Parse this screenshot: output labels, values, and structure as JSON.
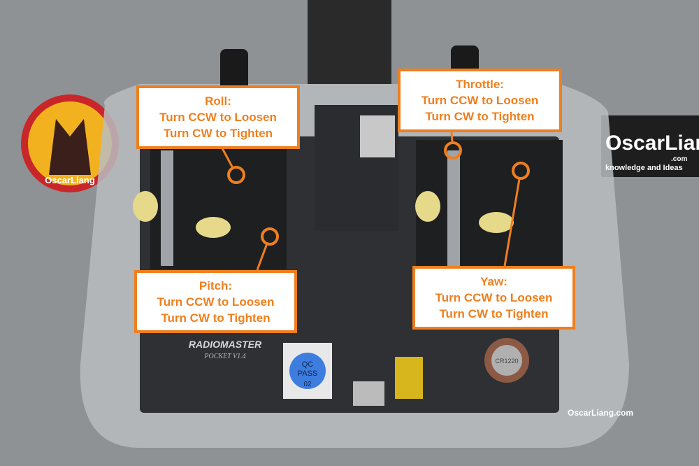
{
  "callouts": {
    "roll": {
      "title": "Roll:",
      "line1": "Turn CCW to Loosen",
      "line2": "Turn CW to Tighten"
    },
    "throttle": {
      "title": "Throttle:",
      "line1": "Turn CCW to Loosen",
      "line2": "Turn CW to Tighten"
    },
    "pitch": {
      "title": "Pitch:",
      "line1": "Turn CCW to Loosen",
      "line2": "Turn CW to Tighten"
    },
    "yaw": {
      "title": "Yaw:",
      "line1": "Turn CCW to Loosen",
      "line2": "Turn CW to Tighten"
    }
  },
  "board": {
    "brand": "RADIOMASTER",
    "model": "POCKET V1.4",
    "qc_sticker": [
      "QC",
      "PASS",
      "02"
    ],
    "battery": "CR1220"
  },
  "watermarks": {
    "banner": "OscarLiang",
    "banner_sub": ".com",
    "banner_tagline": "knowledge and Ideas",
    "logo": "OscarLiang",
    "corner": "OscarLiang.com"
  },
  "colors": {
    "accent": "#ef7f1e",
    "board": "#2e3033",
    "background": "#8f9396"
  }
}
